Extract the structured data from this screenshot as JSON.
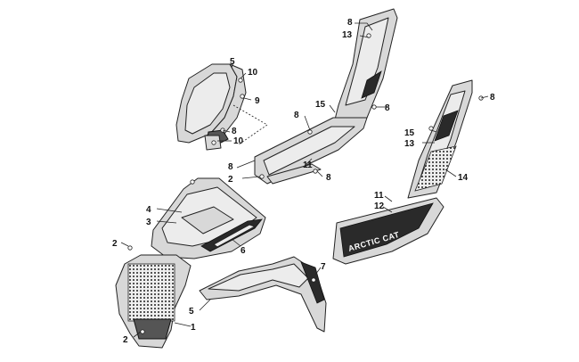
{
  "callouts": {
    "c_8a": "8",
    "c_13a": "13",
    "c_5a": "5",
    "c_10a": "10",
    "c_9": "9",
    "c_8b": "8",
    "c_10b": "10",
    "c_15a": "15",
    "c_8c": "8",
    "c_8d": "8",
    "c_8e": "8",
    "c_2a": "2",
    "c_11a": "11",
    "c_8f": "8",
    "c_8g": "8",
    "c_15b": "15",
    "c_13b": "13",
    "c_14": "14",
    "c_4": "4",
    "c_3": "3",
    "c_6": "6",
    "c_11b": "11",
    "c_12": "12",
    "c_2b": "2",
    "c_7": "7",
    "c_5b": "5",
    "c_1": "1",
    "c_2c": "2"
  },
  "decal": {
    "brand_text": "ARCTIC CAT"
  }
}
